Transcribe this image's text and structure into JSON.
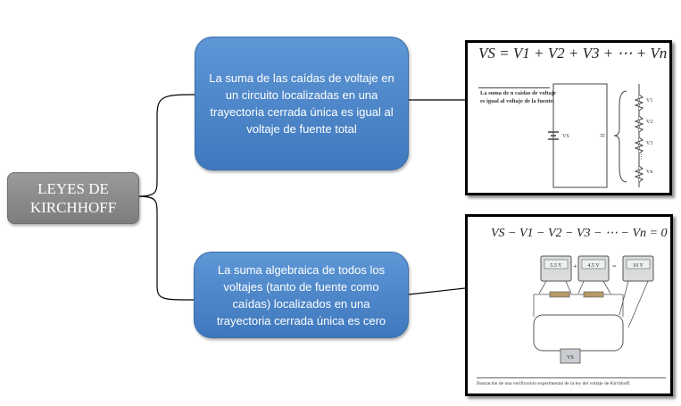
{
  "root": {
    "label_line1": "LEYES DE",
    "label_line2": "KIRCHHOFF"
  },
  "branch_top": {
    "text": "La suma de las caídas de voltaje en un circuito localizadas en una trayectoria cerrada única es igual al voltaje de fuente total"
  },
  "branch_bottom": {
    "text": "La suma algebraica de todos los voltajes (tanto de fuente como caídas) localizados en una trayectoria cerrada única es cero"
  },
  "figure_top": {
    "formula": "VS = V1 + V2 + V3 + ⋯ + Vn",
    "caption_line1": "La suma de n caídas de voltaje",
    "caption_line2": "es igual al voltaje de la fuente.",
    "source_label": "VS",
    "drop_labels": [
      "V1",
      "V2",
      "V3",
      "Vn"
    ]
  },
  "figure_bottom": {
    "formula": "VS − V1 − V2 − V3 − ⋯ − Vn = 0",
    "meter_readings": [
      "5.5 V",
      "4.5 V",
      "10 V"
    ],
    "source_label": "VS",
    "caption": "Ilustración de una verificación experimental de la ley del voltaje de Kirchhoff."
  },
  "colors": {
    "branch_fill": "#4a86cb",
    "root_fill": "#8a8a8a",
    "connector": "#000000"
  }
}
